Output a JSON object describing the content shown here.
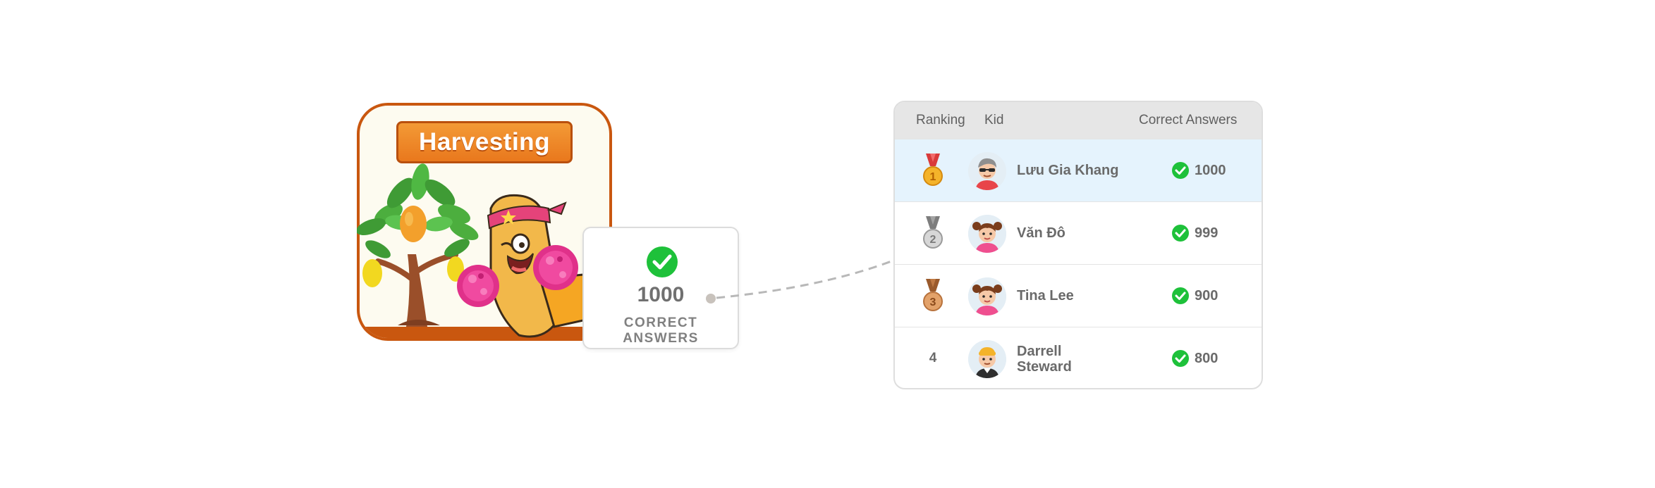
{
  "game": {
    "title": "Harvesting"
  },
  "score_popup": {
    "value": "1000",
    "label": "CORRECT ANSWERS"
  },
  "leaderboard": {
    "headers": {
      "ranking": "Ranking",
      "kid": "Kid",
      "correct_answers": "Correct Answers"
    },
    "rows": [
      {
        "rank": "1",
        "medal": "gold-medal",
        "name": "Lưu Gia Khang",
        "answers": "1000",
        "highlighted": true
      },
      {
        "rank": "2",
        "medal": "silver-medal",
        "name": "Văn Đô",
        "answers": "999",
        "highlighted": false
      },
      {
        "rank": "3",
        "medal": "bronze-medal",
        "name": "Tina Lee",
        "answers": "900",
        "highlighted": false
      },
      {
        "rank": "4",
        "medal": "none",
        "name_line1": "Darrell",
        "name_line2": "Steward",
        "answers": "800",
        "highlighted": false
      }
    ]
  },
  "colors": {
    "accent_orange": "#e9781d",
    "card_border": "#c9570f",
    "check_green": "#1ec13a",
    "highlight_row": "#e5f3fd"
  }
}
